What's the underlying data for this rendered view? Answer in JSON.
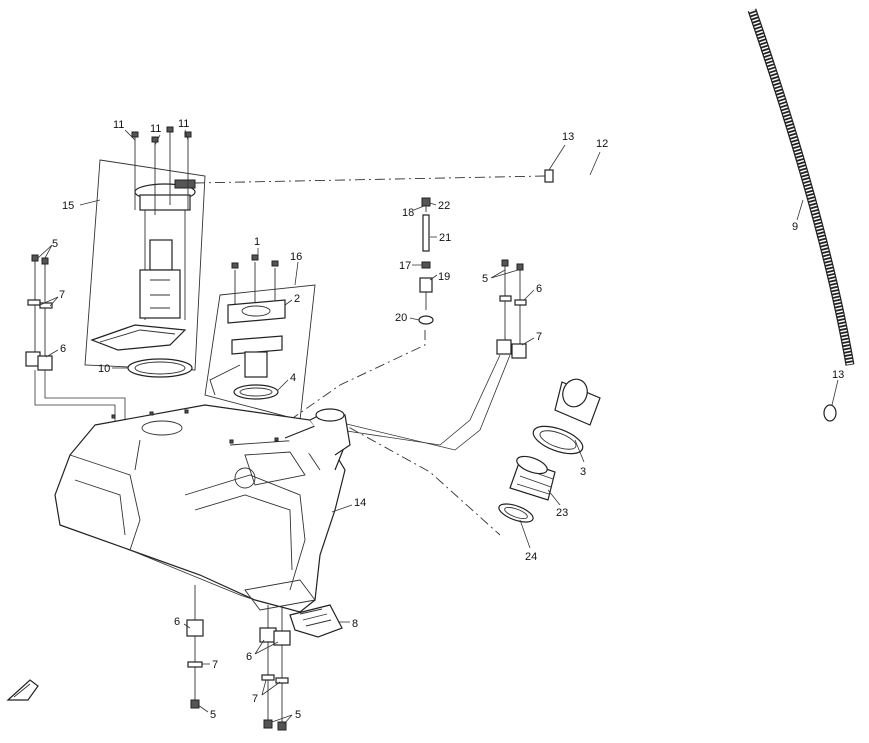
{
  "callouts": [
    {
      "id": "c11a",
      "text": "11"
    },
    {
      "id": "c11b",
      "text": "11"
    },
    {
      "id": "c11c",
      "text": "11"
    },
    {
      "id": "c13a",
      "text": "13"
    },
    {
      "id": "c12",
      "text": "12"
    },
    {
      "id": "c9",
      "text": "9"
    },
    {
      "id": "c15",
      "text": "15"
    },
    {
      "id": "c18",
      "text": "18"
    },
    {
      "id": "c22",
      "text": "22"
    },
    {
      "id": "c21",
      "text": "21"
    },
    {
      "id": "c17",
      "text": "17"
    },
    {
      "id": "c19",
      "text": "19"
    },
    {
      "id": "c20",
      "text": "20"
    },
    {
      "id": "c1",
      "text": "1"
    },
    {
      "id": "c16",
      "text": "16"
    },
    {
      "id": "c2",
      "text": "2"
    },
    {
      "id": "c4",
      "text": "4"
    },
    {
      "id": "c10",
      "text": "10"
    },
    {
      "id": "c5a",
      "text": "5"
    },
    {
      "id": "c7a",
      "text": "7"
    },
    {
      "id": "c6a",
      "text": "6"
    },
    {
      "id": "c5b",
      "text": "5"
    },
    {
      "id": "c6b",
      "text": "6"
    },
    {
      "id": "c7b",
      "text": "7"
    },
    {
      "id": "c13b",
      "text": "13"
    },
    {
      "id": "c3",
      "text": "3"
    },
    {
      "id": "c23",
      "text": "23"
    },
    {
      "id": "c24",
      "text": "24"
    },
    {
      "id": "c14",
      "text": "14"
    },
    {
      "id": "c8",
      "text": "8"
    },
    {
      "id": "c6c",
      "text": "6"
    },
    {
      "id": "c7c",
      "text": "7"
    },
    {
      "id": "c5c",
      "text": "5"
    },
    {
      "id": "c6d",
      "text": "6"
    },
    {
      "id": "c7d",
      "text": "7"
    },
    {
      "id": "c5d",
      "text": "5"
    }
  ],
  "colors": {
    "line": "#222222",
    "background": "#ffffff"
  }
}
